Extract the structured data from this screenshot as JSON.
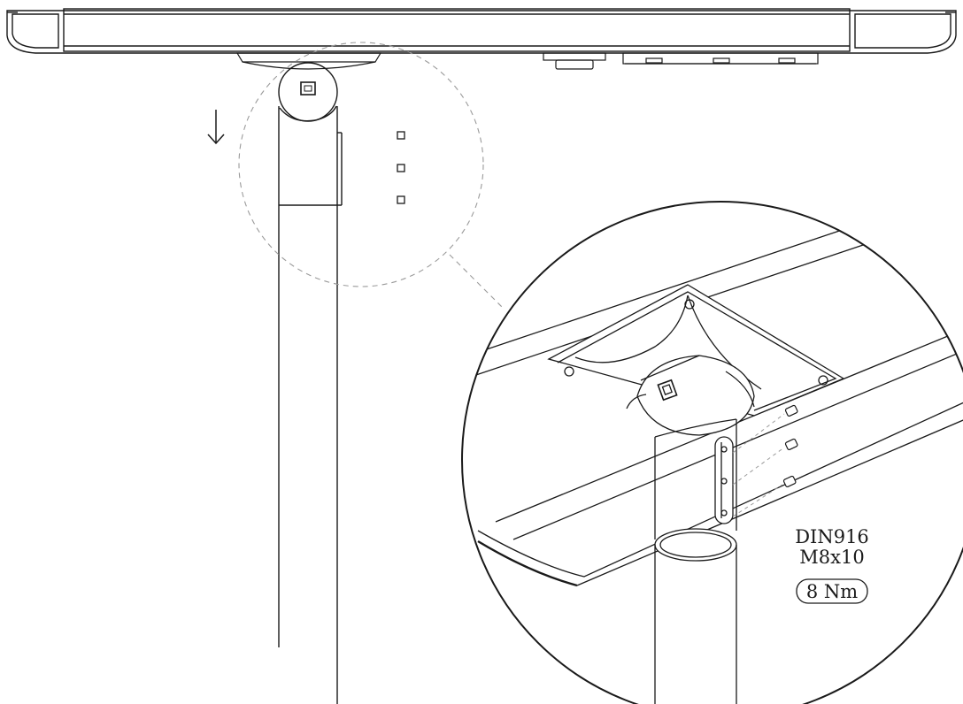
{
  "fastener": {
    "standard": "DIN916",
    "size": "M8x10",
    "torque": "8 Nm"
  },
  "icons": {
    "direction": "arrow-down-icon"
  },
  "colors": {
    "line": "#1a1a1a",
    "dashed": "#9a9a9a",
    "shade": "#c8c8c8"
  }
}
